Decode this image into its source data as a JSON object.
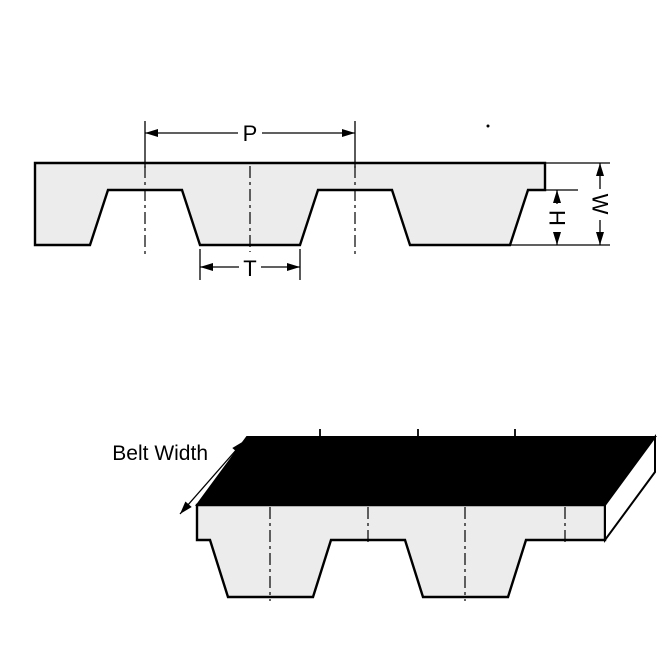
{
  "page": {
    "background": "#ffffff"
  },
  "diagram": {
    "kind": "timing-belt-technical-drawing",
    "cross_section": {
      "labels": {
        "pitch": "P",
        "tooth_width": "T",
        "tooth_height": "H",
        "belt_thickness": "W"
      }
    },
    "perspective": {
      "labels": {
        "belt_width": "Belt Width"
      }
    },
    "colors": {
      "line": "#000000",
      "belt_fill": "#ececec",
      "top_surface_fill": "#000000",
      "end_face_fill": "#ffffff",
      "label_bg": "#ffffff"
    }
  }
}
